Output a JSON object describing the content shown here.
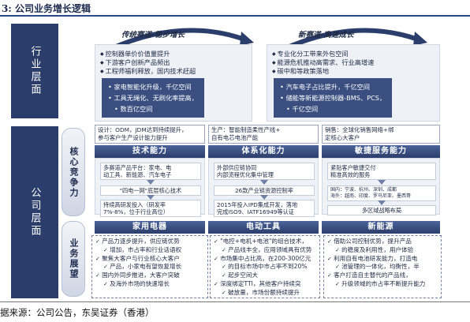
{
  "header": {
    "title": "3: 公司业务增长逻辑"
  },
  "left_bands": {
    "industry": "行业层面",
    "company": "公司层面",
    "core": "核心竞争力",
    "business": "业务展望"
  },
  "arrows": {
    "left": "传统赛道-稳步增长",
    "right": "新赛道-高速成长"
  },
  "industry": {
    "left": {
      "bullets": [
        "控制器单价价值量提升",
        "下游客户创新产品频出",
        "工程师福利释放，国内技术赶超"
      ],
      "box": [
        "家电智能化升级，千亿空间",
        "工具无绳化、无刷化率提高，",
        "数百亿空间"
      ]
    },
    "right": {
      "bullets": [
        "专业化分工带来外包空间",
        "能源危机推动高需求、行业高增速",
        "碳中和等政策落地"
      ],
      "box": [
        "汽车电子占比提升，千亿空间",
        "储能等新能源控制器-BMS、PCS，",
        "千亿空间"
      ]
    }
  },
  "core": [
    {
      "desc": [
        "设计：ODM，JDM达到持续提升，",
        "参与客户生产设计能力提升"
      ],
      "title": "技术能力",
      "pills": [
        "多赛道产品平台：家电、电",
        "动工具、新能源、汽车电子",
        "\"四电一网\"底层核心技术",
        "持续高研发投入（研发率",
        "7%-8%，位于行业高位）"
      ]
    },
    {
      "desc": [
        "生产：智能制造柔性产线+",
        "自有电芯电池产能"
      ],
      "title": "体系化能力",
      "pills": [
        "外部供应链协同",
        "内部流程优化集中管理",
        "26款产业链资源控制率",
        "2015年投入IPD集成开发，落地",
        "完成ISO9、IATF16949等认证"
      ]
    },
    {
      "desc": [
        "销售：全球化销售网络+绑",
        "定核心大客户"
      ],
      "title": "敏捷服务能力",
      "pills": [
        "紧贴客户敏捷交付",
        "精准高效的服务",
        "国内：宁波、杭州、深圳、成都",
        "海外：越南、印度、罗马尼亚、墨西哥",
        "多区域战略布局"
      ]
    }
  ],
  "business": [
    {
      "title": "家用电器",
      "items": [
        "产品力逐步提升，供应链优势",
        "增加，市占率和行业话语权",
        "聚焦大客户与行业核心大客户",
        "产品，小家电有望恢复增长",
        "国内外同步推进，大客户突破",
        "及海外市场的快速增长"
      ]
    },
    {
      "title": "电动工具",
      "items": [
        "\"电控+电机+电池\"的组合技术，",
        "产品线丰全，应用领域具有优势",
        "市场集中占比高，在200-300亿元",
        "的目标市场中市占率不到20%",
        "起步空间大",
        "深度绑定TTI，其他客户持续突",
        "破放量，市场份额持续提升"
      ]
    },
    {
      "title": "新能源",
      "items": [
        "借助公司控制优势，提升产品",
        "的稳度及利用性，用户体验",
        "利用自有电池研发能力，打造电",
        "池管理的一体化，均衡性，半",
        "客户打造自主替代的产品线，",
        "升级领域的市占率不断提升能力"
      ]
    }
  ],
  "source": "据来源：公司公告，东吴证券（香港）",
  "colors": {
    "navy": "#2b3d6b",
    "light_panel": "#eef1f6",
    "accent": "#3a4f80"
  }
}
